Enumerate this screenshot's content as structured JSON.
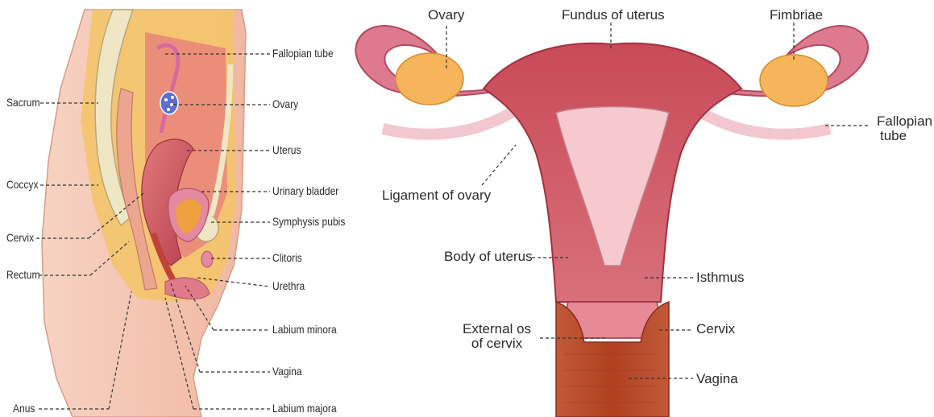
{
  "left_panel": {
    "labels": {
      "sacrum": "Sacrum",
      "coccyx": "Coccyx",
      "cervix": "Cervix",
      "rectum": "Rectum",
      "anus": "Anus",
      "fallopian_tube": "Fallopian tube",
      "ovary": "Ovary",
      "uterus": "Uterus",
      "urinary_bladder": "Urinary bladder",
      "symphysis_pubis": "Symphysis pubis",
      "clitoris": "Clitoris",
      "urethra": "Urethra",
      "labium_minora": "Labium minora",
      "vagina": "Vagina",
      "labium_majora": "Labium majora"
    }
  },
  "right_panel": {
    "labels": {
      "ovary": "Ovary",
      "fundus_of_uterus": "Fundus of uterus",
      "fimbriae": "Fimbriae",
      "fallopian_tube_line1": "Fallopian",
      "fallopian_tube_line2": "tube",
      "ligament_of_ovary": "Ligament of ovary",
      "body_of_uterus": "Body of uterus",
      "isthmus": "Isthmus",
      "external_os_line1": "External os",
      "external_os_line2": "of cervix",
      "cervix": "Cervix",
      "vagina": "Vagina"
    }
  },
  "colors": {
    "tissue_pink": "#f2b9a6",
    "muscle_red": "#c4495a",
    "fat_yellow": "#f4c46a",
    "bone_cream": "#efe6c6",
    "ovary_orange": "#f6b55a",
    "vagina_red": "#b8432c",
    "line_dark": "#333333"
  }
}
